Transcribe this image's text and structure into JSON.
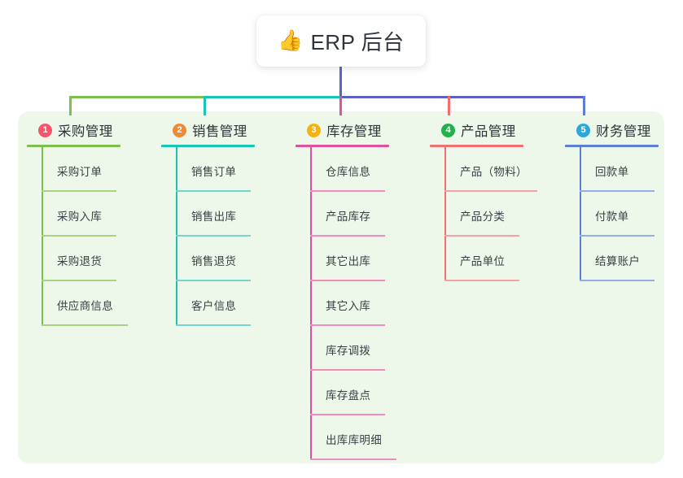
{
  "root": {
    "emoji": "👍",
    "emoji_name": "thumbs-up-emoji",
    "title": "ERP 后台"
  },
  "colors": {
    "panel_background": "#eef8ea",
    "root_stem": "#5b63c4",
    "branch_green": "#7cc04b",
    "branch_teal": "#19c5b0",
    "branch_pink": "#e0509b",
    "branch_red": "#f36f6f",
    "branch_blue": "#5b7fd4",
    "badge_1": "#f3556b",
    "badge_2": "#f08b35",
    "badge_3": "#f5b312",
    "badge_4": "#22b14c",
    "badge_5": "#29a8e0",
    "text": "#2f343a"
  },
  "columns": [
    {
      "number": "1",
      "title": "采购管理",
      "accent": "#7cc04b",
      "badge_color": "#f3556b",
      "items": [
        "采购订单",
        "采购入库",
        "采购退货",
        "供应商信息"
      ]
    },
    {
      "number": "2",
      "title": "销售管理",
      "accent": "#19c5b0",
      "badge_color": "#f08b35",
      "items": [
        "销售订单",
        "销售出库",
        "销售退货",
        "客户信息"
      ]
    },
    {
      "number": "3",
      "title": "库存管理",
      "accent": "#e0509b",
      "badge_color": "#f5b312",
      "items": [
        "仓库信息",
        "产品库存",
        "其它出库",
        "其它入库",
        "库存调拨",
        "库存盘点",
        "出库库明细"
      ]
    },
    {
      "number": "4",
      "title": "产品管理",
      "accent": "#f36f6f",
      "badge_color": "#22b14c",
      "items": [
        "产品（物料）",
        "产品分类",
        "产品单位"
      ]
    },
    {
      "number": "5",
      "title": "财务管理",
      "accent": "#5b7fd4",
      "badge_color": "#29a8e0",
      "items": [
        "回款单",
        "付款单",
        "结算账户"
      ]
    }
  ]
}
